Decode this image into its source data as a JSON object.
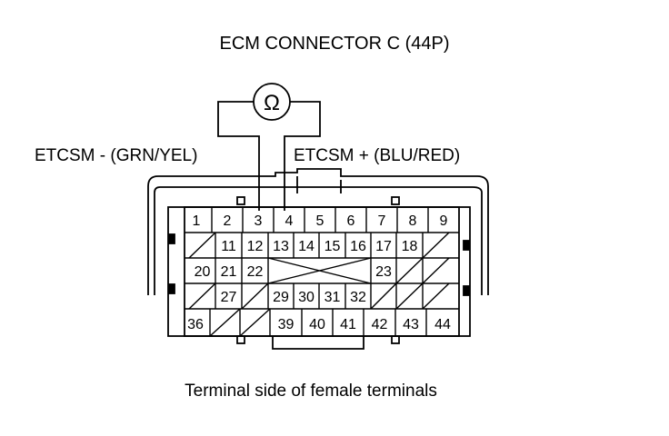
{
  "title": "ECM CONNECTOR C (44P)",
  "probe_negative_label": "ETCSM -  (GRN/YEL)",
  "probe_positive_label": "ETCSM +  (BLU/RED)",
  "caption": "Terminal side of female terminals",
  "meter_symbol": "Ω",
  "meter_icon": "ohmmeter-icon",
  "connector": {
    "pin_count": 44,
    "probe_negative_terminal": "3",
    "probe_positive_terminal": "4",
    "row1": [
      "1",
      "2",
      "3",
      "4",
      "5",
      "6",
      "7",
      "8",
      "9"
    ],
    "row2": [
      "",
      "11",
      "12",
      "13",
      "14",
      "15",
      "16",
      "17",
      "18",
      ""
    ],
    "row3": [
      "20",
      "21",
      "22",
      "",
      "",
      "",
      "",
      "23",
      "",
      ""
    ],
    "row4": [
      "",
      "27",
      "",
      "29",
      "30",
      "31",
      "32",
      "",
      "",
      ""
    ],
    "row5": [
      "36",
      "",
      "",
      "39",
      "40",
      "41",
      "42",
      "43",
      "44"
    ]
  }
}
